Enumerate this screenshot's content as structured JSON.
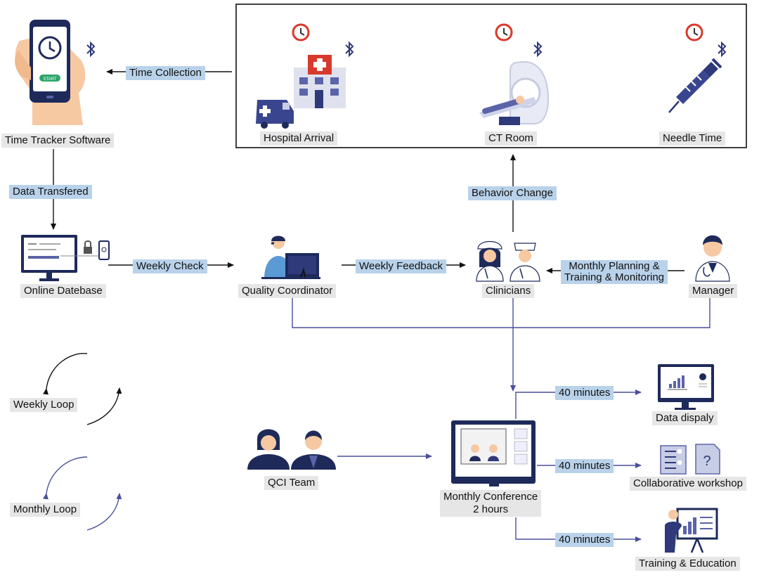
{
  "nodes": {
    "time_tracker": "Time Tracker Software",
    "hospital_arrival": "Hospital Arrival",
    "ct_room": "CT Room",
    "needle_time": "Needle Time",
    "online_database": "Online Datebase",
    "quality_coordinator": "Quality Coordinator",
    "clinicians": "Clinicians",
    "manager": "Manager",
    "qci_team": "QCI Team",
    "monthly_conference_line1": "Monthly Conference",
    "monthly_conference_line2": "2 hours",
    "data_display": "Data dispaly",
    "collaborative_workshop": "Collaborative workshop",
    "training_education": "Training & Education",
    "weekly_loop": "Weekly Loop",
    "monthly_loop": "Monthly Loop"
  },
  "edges": {
    "time_collection": "Time Collection",
    "data_transferred": "Data Transfered",
    "weekly_check": "Weekly Check",
    "weekly_feedback": "Weekly Feedback",
    "behavior_change": "Behavior Change",
    "monthly_planning_line1": "Monthly Planning &",
    "monthly_planning_line2": "Training & Monitoring",
    "minutes_1": "40 minutes",
    "minutes_2": "40 minutes",
    "minutes_3": "40 minutes"
  },
  "screen_text": {
    "start_button": "START"
  },
  "colors": {
    "navy": "#2e3a7a",
    "purple": "#5b64a8",
    "label_blue": "#b9d2ea",
    "label_grey": "#e6e6e6",
    "red": "#d9392b",
    "skin": "#f6c9a3",
    "monthly_line": "#4a4f9a"
  }
}
